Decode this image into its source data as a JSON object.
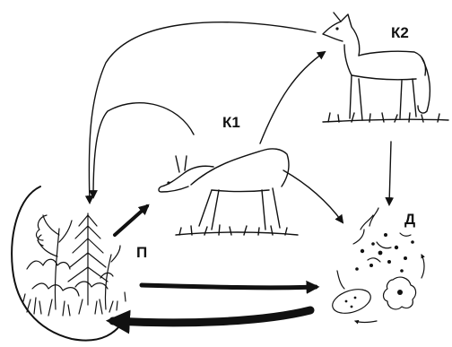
{
  "nodes": {
    "producers": {
      "label": "П",
      "icon": "plants-icon"
    },
    "consumer1": {
      "label": "К1",
      "icon": "deer-icon"
    },
    "consumer2": {
      "label": "К2",
      "icon": "wolf-icon"
    },
    "decomposers": {
      "label": "Д",
      "icon": "microorganisms-icon"
    }
  },
  "colors": {
    "ink": "#111111",
    "background": "#ffffff"
  }
}
